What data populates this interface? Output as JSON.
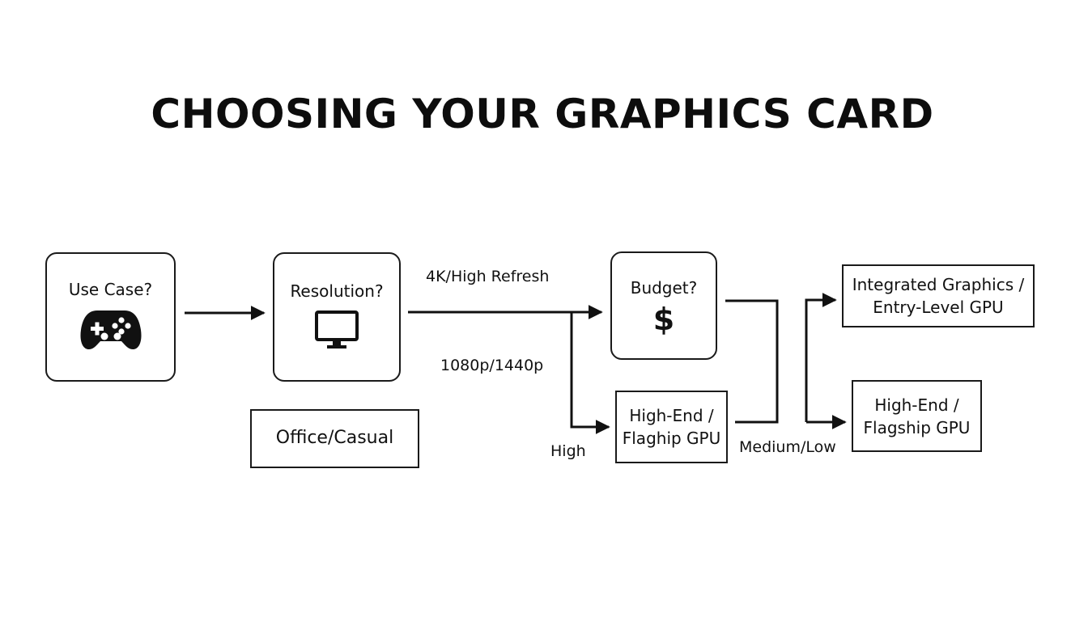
{
  "title": "CHOOSING YOUR GRAPHICS CARD",
  "nodes": {
    "use_case": {
      "label": "Use Case?",
      "icon": "gamepad-icon"
    },
    "resolution": {
      "label": "Resolution?",
      "icon": "monitor-icon"
    },
    "office_casual": {
      "label": "Office/Casual"
    },
    "budget": {
      "label": "Budget?",
      "icon": "dollar-sign-icon",
      "icon_text": "$"
    },
    "high_end_mid": {
      "label": "High-End /\nFlaghip GPU"
    },
    "integrated": {
      "label": "Integrated Graphics /\nEntry-Level GPU"
    },
    "high_end_right": {
      "label": "High-End /\nFlagship GPU"
    }
  },
  "edge_labels": {
    "four_k": "4K/High Refresh",
    "p1080": "1080p/1440p",
    "high": "High",
    "medium_low": "Medium/Low"
  }
}
